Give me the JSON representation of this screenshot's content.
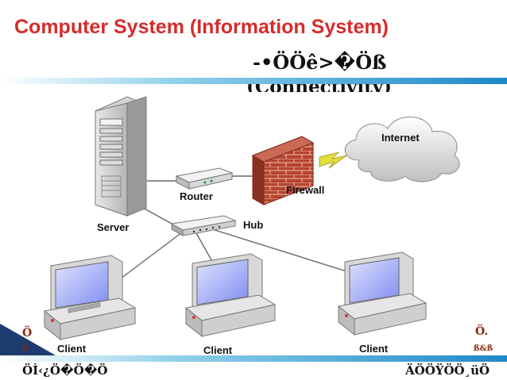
{
  "slide": {
    "title": "Computer System  (Information System)",
    "garbled_line1": "-•ÖÖê>�Öß",
    "garbled_line2": "(Connectivity)",
    "footer_left": "ÖÌ‹¿Ö�Ö�Ö",
    "footer_right": "ÄÖÖŸÖÖ¸üÖ",
    "fragment_left_top": "Ö",
    "fragment_left_bottom": "ã",
    "fragment_right_top": "Ö.",
    "fragment_right_bottom": "ß&ß"
  },
  "diagram": {
    "labels": {
      "server": "Server",
      "router": "Router",
      "firewall": "Firewall",
      "internet": "Internet",
      "hub": "Hub",
      "client1": "Client",
      "client2": "Client",
      "client3": "Client"
    }
  }
}
